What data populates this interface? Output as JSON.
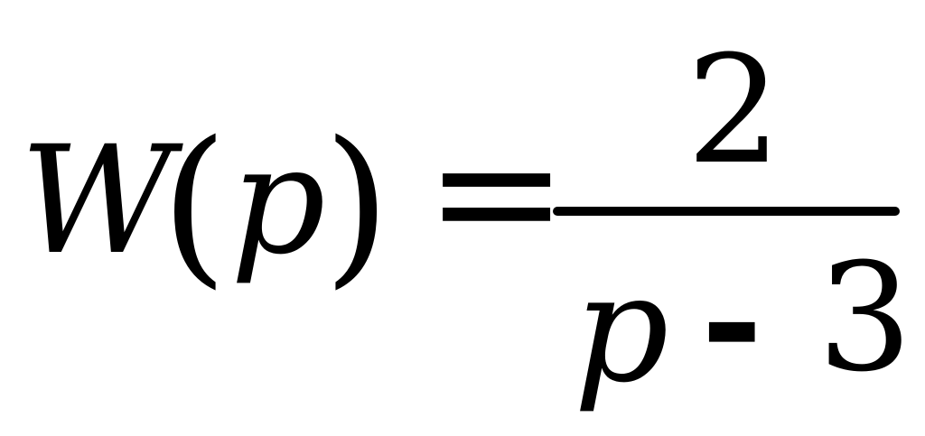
{
  "formula": {
    "lhs": {
      "function_name": "W",
      "open_paren": "(",
      "argument": "p",
      "close_paren": ")"
    },
    "equals": "=",
    "rhs": {
      "numerator": "2",
      "denominator": {
        "variable": "p",
        "operator": "-",
        "constant": "3"
      }
    }
  }
}
